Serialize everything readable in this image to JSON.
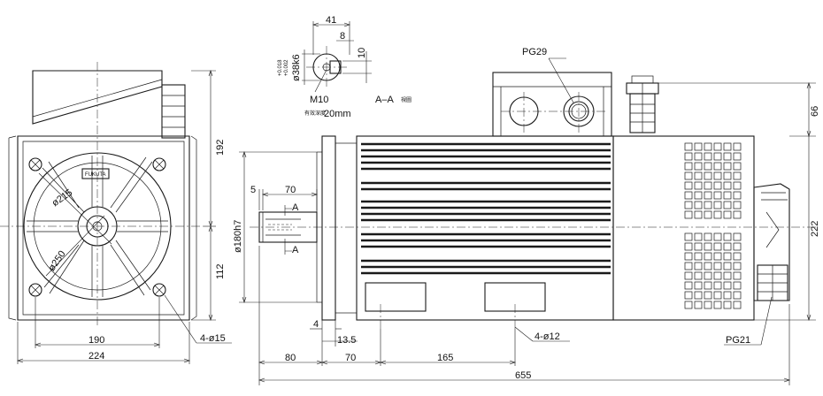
{
  "dimensions": {
    "front_width_outer": "224",
    "front_width_holes": "190",
    "front_height_upper": "192",
    "front_height_lower": "112",
    "pcd_inner": "ø215",
    "pcd_outer": "ø250",
    "mount_holes_front": "4-ø15",
    "key_width": "41",
    "key_depth": "8",
    "key_slot": "10",
    "shaft_tol_upper": "+0.018",
    "shaft_tol_lower": "+0.002",
    "shaft_dia": "ø38k6",
    "thread": "M10",
    "thread_depth_label": "有效深度",
    "thread_depth_value": "20mm",
    "section_label": "A–A",
    "section_view_label": "視圖",
    "gland_top": "PG29",
    "gland_bottom": "PG21",
    "top_box_height": "66",
    "side_height": "222",
    "flange_spigot": "ø180h7",
    "shaft_shoulder": "5",
    "shaft_length": "70",
    "section_a": "A",
    "flange_thickness": "4",
    "flange_offset": "13.5",
    "mount_holes_side": "4-ø12",
    "base_80": "80",
    "base_70": "70",
    "base_165": "165",
    "overall_length": "655"
  },
  "logo": {
    "brand": "FUKUTA"
  }
}
